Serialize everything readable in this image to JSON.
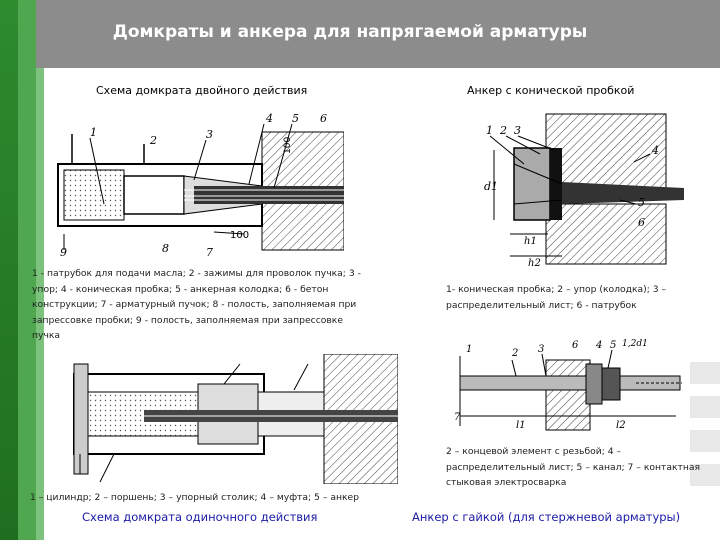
{
  "slide": {
    "title": "Домкраты и анкера для напрягаемой арматуры",
    "caption_top_left": "Схема домкрата двойного действия",
    "caption_top_right": "Анкер с конической пробкой",
    "legend_top_left": "1 - патрубок для подачи масла; 2 - зажимы для проволок пучка; 3 - упор; 4 - коническая пробка; 5 - анкерная колодка; 6 - бетон конструкции; 7 - арматурный пучок; 8 - полость, заполняемая при запрессовке пробки; 9 - полость, заполняемая при запрессовке пучка",
    "legend_top_right": "1- коническая пробка; 2 – упор (колодка); 3 – распределительный лист; 6 - патрубок",
    "legend_bottom_left": "1 – цилиндр; 2 – поршень; 3 – упорный столик; 4 – муфта; 5 – анкер",
    "legend_bottom_right": "2 – концевой элемент с резьбой; 4 – распределительный лист; 5 – канал; 7 – контактная стыковая электросварка",
    "caption_bottom_left": "Схема домкрата одиночного действия",
    "caption_bottom_right": "Анкер с гайкой (для стержневой арматуры)"
  },
  "figure_labels": {
    "fig1": [
      "1",
      "2",
      "3",
      "4",
      "5",
      "6",
      "9",
      "8",
      "7",
      "100",
      "100"
    ],
    "fig2": [
      "1",
      "2",
      "3",
      "4",
      "5",
      "6",
      "d1",
      "h1",
      "h2"
    ],
    "fig4": [
      "1",
      "2",
      "3",
      "4",
      "5",
      "6",
      "7",
      "l1",
      "l2",
      "1,2d1"
    ]
  },
  "colors": {
    "title_bar": "#8c8c8c",
    "stripe_dark": "#2e8b2e",
    "stripe_light": "#4fa84f",
    "caption_blue": "#1a1aa8"
  }
}
